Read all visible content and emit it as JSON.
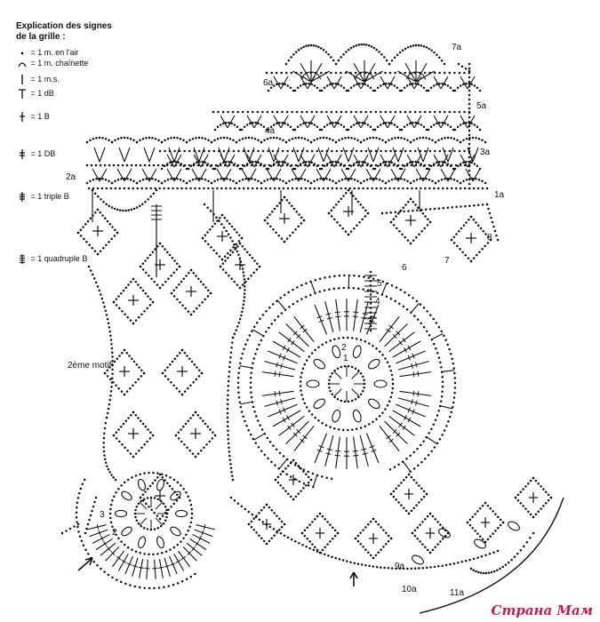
{
  "legend": {
    "title_line1": "Explication des signes",
    "title_line2": "de la grille :",
    "items": [
      {
        "symbol": "dot-icon",
        "label": "= 1 m. en l'air"
      },
      {
        "symbol": "arc-icon",
        "label": "= 1 m. chaînette"
      },
      {
        "symbol": "bar-icon",
        "label": "= 1 m.s."
      },
      {
        "symbol": "half-treble-icon",
        "label": "= 1 dB"
      },
      {
        "symbol": "treble-icon",
        "label": "= 1 B"
      },
      {
        "symbol": "double-treble-icon",
        "label": "= 1 DB"
      },
      {
        "symbol": "triple-treble-icon",
        "label": "= 1 triple B"
      },
      {
        "symbol": "quadruple-treble-icon",
        "label": "= 1 quadruple B"
      }
    ]
  },
  "row_labels": [
    "7a",
    "6a",
    "5a",
    "4a",
    "3a",
    "2a",
    "1a",
    "8",
    "7",
    "6",
    "5",
    "4",
    "3",
    "2",
    "1",
    "2",
    "3",
    "9a",
    "10a",
    "11a"
  ],
  "motif_label": "2ème motif",
  "watermark": "Страна Мам",
  "colors": {
    "ink": "#111111",
    "watermark": "#c21f4a"
  }
}
